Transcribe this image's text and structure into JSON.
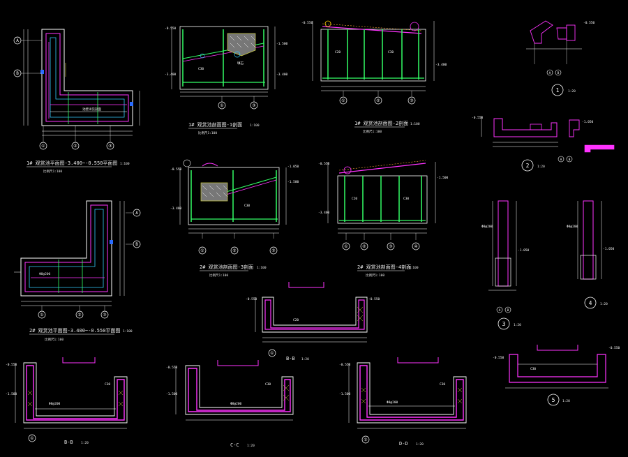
{
  "drawing": {
    "background": "#000000",
    "palette": {
      "outline": "#ffffff",
      "section": "#ff33ff",
      "cut": "#33ff66",
      "annotation": "#33ccff",
      "hatch": "#cccc44",
      "dimension": "#ffffff"
    },
    "titles": {
      "plan1": "1# 观赏池平面图-3.400~-0.550平面图",
      "plan2": "2# 观赏池平面图-3.400~-0.550平面图",
      "sec1a": "1# 观赏池剖面图-1剖面",
      "sec1b": "1# 观赏池剖面图-2剖面",
      "sec2a": "2# 观赏池剖面图-3剖面",
      "sec2b": "2# 观赏池剖面图-4剖面",
      "detB": "B-B",
      "detC": "C-C",
      "detD": "D-D"
    },
    "subtitles": {
      "plan1": "比例尺1:100",
      "plan2": "比例尺1:100",
      "sec1a": "比例尺1:100",
      "sec1b": "比例尺1:100",
      "sec2a": "比例尺1:100",
      "sec2b": "比例尺1:100"
    },
    "scales": {
      "plan1": "1:100",
      "plan2": "1:100",
      "sec1a": "1:100",
      "sec1b": "1:100",
      "sec2a": "1:100",
      "sec2b": "1:100",
      "detail": "1:20"
    },
    "detail_marks": [
      "1",
      "2",
      "3",
      "4",
      "5"
    ],
    "grid_marks": {
      "plan1": [
        "①",
        "②",
        "③"
      ],
      "sec1a": [
        "①",
        "③"
      ],
      "sec1b": [
        "①",
        "②",
        "③"
      ],
      "sec2a": [
        "①",
        "②",
        "③"
      ],
      "sec2b": [
        "①",
        "②",
        "③",
        "④"
      ],
      "plan1_side": [
        "A",
        "B"
      ],
      "plan2_side": [
        "A",
        "B"
      ],
      "det1": [
        "A",
        "B"
      ],
      "det2": [
        "A",
        "B"
      ],
      "det3": [
        "A",
        "B"
      ]
    },
    "elevations": {
      "top": "-0.550",
      "mid": "-1.500",
      "bottom": "-3.400",
      "water": "-1.050"
    },
    "labels": {
      "wall": "C30",
      "slab": "C20",
      "fill": "填石",
      "steel": "Φ8@200",
      "plan_note": "池壁详见剖面"
    }
  }
}
